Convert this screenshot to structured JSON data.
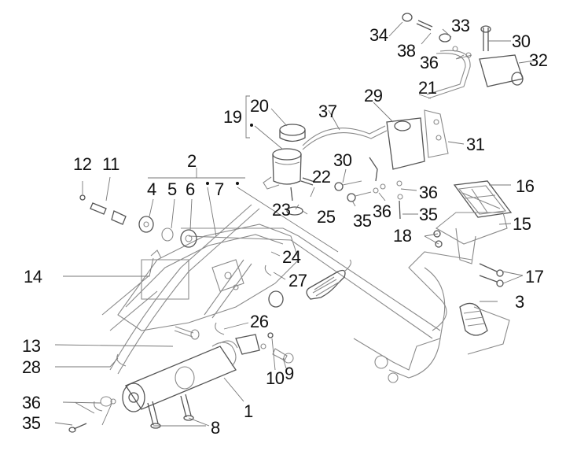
{
  "diagram": {
    "title": "Rear brake master cylinder exploded view",
    "labels": [
      {
        "id": "p34",
        "text": "34"
      },
      {
        "id": "p38",
        "text": "38"
      },
      {
        "id": "p33",
        "text": "33"
      },
      {
        "id": "p30a",
        "text": "30"
      },
      {
        "id": "p36a",
        "text": "36"
      },
      {
        "id": "p32",
        "text": "32"
      },
      {
        "id": "p21",
        "text": "21"
      },
      {
        "id": "p29",
        "text": "29"
      },
      {
        "id": "p37",
        "text": "37"
      },
      {
        "id": "p20",
        "text": "20"
      },
      {
        "id": "p19",
        "text": "19"
      },
      {
        "id": "p31",
        "text": "31"
      },
      {
        "id": "p12",
        "text": "12"
      },
      {
        "id": "p11",
        "text": "11"
      },
      {
        "id": "p2",
        "text": "2"
      },
      {
        "id": "p4",
        "text": "4"
      },
      {
        "id": "p5",
        "text": "5"
      },
      {
        "id": "p6",
        "text": "6"
      },
      {
        "id": "p7",
        "text": "7"
      },
      {
        "id": "p30b",
        "text": "30"
      },
      {
        "id": "p22",
        "text": "22"
      },
      {
        "id": "p16",
        "text": "16"
      },
      {
        "id": "p36b",
        "text": "36"
      },
      {
        "id": "p23",
        "text": "23"
      },
      {
        "id": "p25",
        "text": "25"
      },
      {
        "id": "p35a",
        "text": "35"
      },
      {
        "id": "p36c",
        "text": "36"
      },
      {
        "id": "p35b",
        "text": "35"
      },
      {
        "id": "p18",
        "text": "18"
      },
      {
        "id": "p15",
        "text": "15"
      },
      {
        "id": "p24",
        "text": "24"
      },
      {
        "id": "p14",
        "text": "14"
      },
      {
        "id": "p27",
        "text": "27"
      },
      {
        "id": "p17",
        "text": "17"
      },
      {
        "id": "p3",
        "text": "3"
      },
      {
        "id": "p26",
        "text": "26"
      },
      {
        "id": "p13",
        "text": "13"
      },
      {
        "id": "p28",
        "text": "28"
      },
      {
        "id": "p10",
        "text": "10"
      },
      {
        "id": "p9",
        "text": "9"
      },
      {
        "id": "p36d",
        "text": "36"
      },
      {
        "id": "p1",
        "text": "1"
      },
      {
        "id": "p35c",
        "text": "35"
      },
      {
        "id": "p8",
        "text": "8"
      }
    ]
  }
}
